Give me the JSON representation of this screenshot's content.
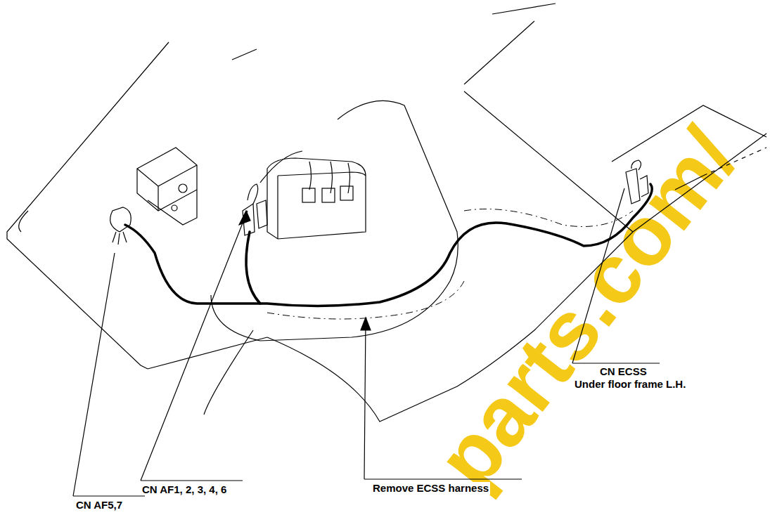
{
  "diagram": {
    "labels": [
      "CN ECSS",
      "Under floor frame L.H.",
      "CN AF1, 2, 3, 4, 6",
      "Remove ECSS harness",
      "CN AF5,7",
      "parts.com/"
    ]
  }
}
